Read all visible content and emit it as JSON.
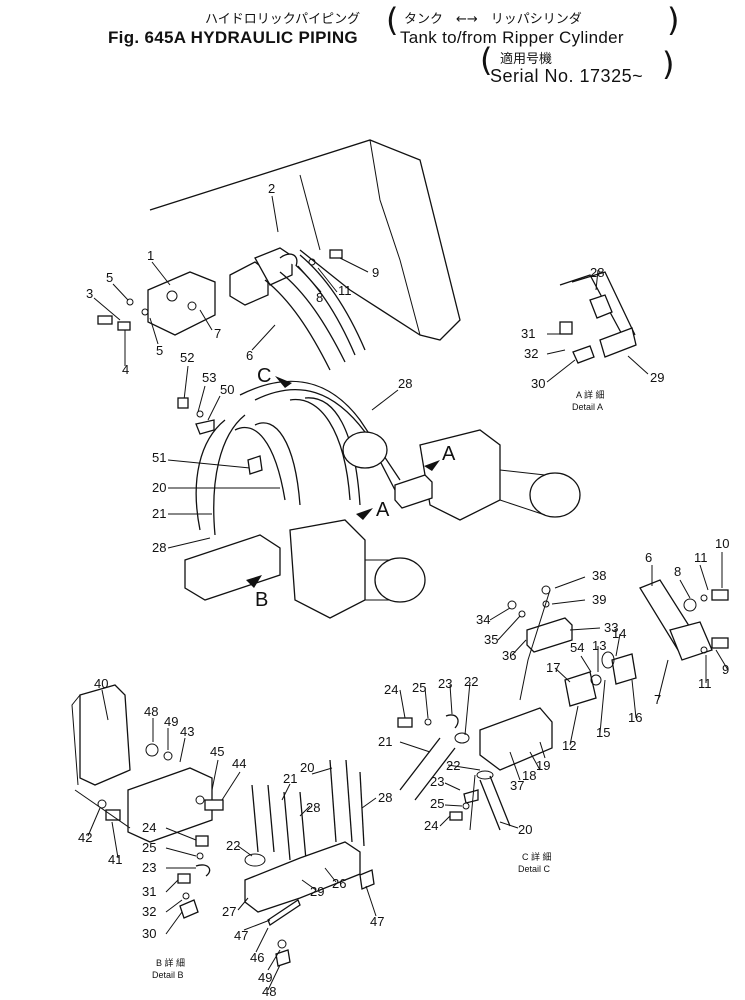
{
  "header": {
    "title_jp": "ハイドロリックパイピング",
    "title_jp_right": "タンク　←→　リッパシリンダ",
    "title_en": "Fig. 645A  HYDRAULIC PIPING",
    "title_en_right": "Tank to/from Ripper Cylinder",
    "serial_jp": "適用号機",
    "serial": "Serial No. 17325~"
  },
  "callouts": {
    "main": [
      {
        "n": "2"
      },
      {
        "n": "1"
      },
      {
        "n": "5"
      },
      {
        "n": "3"
      },
      {
        "n": "5"
      },
      {
        "n": "4"
      },
      {
        "n": "7"
      },
      {
        "n": "9"
      },
      {
        "n": "8"
      },
      {
        "n": "11"
      },
      {
        "n": "6"
      },
      {
        "n": "52"
      },
      {
        "n": "53"
      },
      {
        "n": "50"
      },
      {
        "n": "28"
      },
      {
        "n": "51"
      },
      {
        "n": "20"
      },
      {
        "n": "21"
      },
      {
        "n": "28"
      }
    ],
    "detailA": [
      {
        "n": "28"
      },
      {
        "n": "31"
      },
      {
        "n": "32"
      },
      {
        "n": "30"
      },
      {
        "n": "29"
      }
    ],
    "detailC": [
      {
        "n": "6"
      },
      {
        "n": "8"
      },
      {
        "n": "11"
      },
      {
        "n": "10"
      },
      {
        "n": "38"
      },
      {
        "n": "39"
      },
      {
        "n": "34"
      },
      {
        "n": "35"
      },
      {
        "n": "33"
      },
      {
        "n": "36"
      },
      {
        "n": "54"
      },
      {
        "n": "13"
      },
      {
        "n": "14"
      },
      {
        "n": "17"
      },
      {
        "n": "7"
      },
      {
        "n": "9"
      },
      {
        "n": "11"
      },
      {
        "n": "16"
      },
      {
        "n": "15"
      },
      {
        "n": "12"
      },
      {
        "n": "24"
      },
      {
        "n": "25"
      },
      {
        "n": "23"
      },
      {
        "n": "22"
      },
      {
        "n": "21"
      },
      {
        "n": "22"
      },
      {
        "n": "37"
      },
      {
        "n": "18"
      },
      {
        "n": "19"
      },
      {
        "n": "23"
      },
      {
        "n": "25"
      },
      {
        "n": "24"
      },
      {
        "n": "20"
      }
    ],
    "detailB": [
      {
        "n": "40"
      },
      {
        "n": "48"
      },
      {
        "n": "49"
      },
      {
        "n": "43"
      },
      {
        "n": "45"
      },
      {
        "n": "44"
      },
      {
        "n": "42"
      },
      {
        "n": "41"
      },
      {
        "n": "21"
      },
      {
        "n": "20"
      },
      {
        "n": "28"
      },
      {
        "n": "28"
      },
      {
        "n": "24"
      },
      {
        "n": "22"
      },
      {
        "n": "25"
      },
      {
        "n": "23"
      },
      {
        "n": "31"
      },
      {
        "n": "32"
      },
      {
        "n": "30"
      },
      {
        "n": "27"
      },
      {
        "n": "29"
      },
      {
        "n": "26"
      },
      {
        "n": "47"
      },
      {
        "n": "47"
      },
      {
        "n": "46"
      },
      {
        "n": "49"
      },
      {
        "n": "48"
      }
    ]
  },
  "view_markers": {
    "c": "C",
    "a1": "A",
    "a2": "A",
    "b": "B"
  },
  "detail_labels": {
    "a_jp": "A 詳 細",
    "a_en": "Detail A",
    "c_jp": "C 詳 細",
    "c_en": "Detail C",
    "b_jp": "B 詳 細",
    "b_en": "Detail B"
  }
}
